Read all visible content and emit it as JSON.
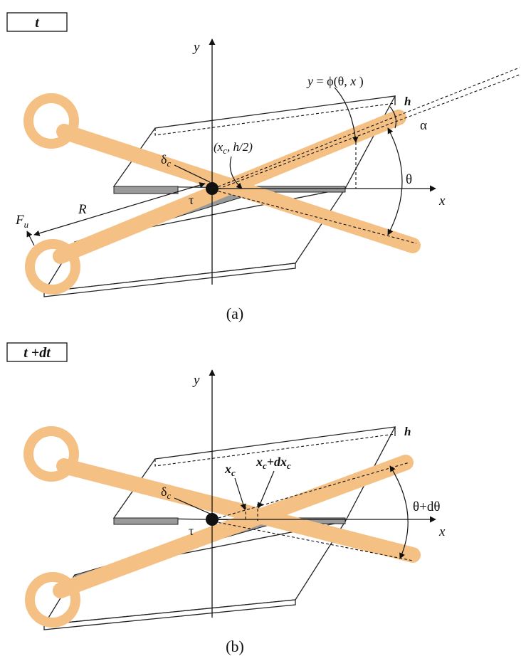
{
  "panel_a": {
    "time_label": "t",
    "y_axis": "y",
    "x_axis": "x",
    "phi_lhs": "y",
    "phi_eq": " = ϕ(θ, ",
    "phi_x": "x",
    "phi_close": " )",
    "h": "h",
    "alpha": "α",
    "theta": "θ",
    "xc_open": "(x",
    "xc_sub": "c",
    "xc_rest": ", h/2)",
    "delta": "δ",
    "delta_sub": "c",
    "tau": "τ",
    "r": "R",
    "fu": "F",
    "fu_sub": "u",
    "caption": "(a)"
  },
  "panel_b": {
    "time_label": "t +dt",
    "y_axis": "y",
    "x_axis": "x",
    "h": "h",
    "theta_dtheta": "θ+dθ",
    "xc": "x",
    "xc_sub": "c",
    "xc2": "x",
    "xc2_sub": "c",
    "plus_dx": "+dx",
    "dx_sub": "c",
    "delta": "δ",
    "delta_sub": "c",
    "tau": "τ",
    "caption": "(b)"
  },
  "colors": {
    "blade": "#f5c084",
    "cut_edge": "#9a9a9a",
    "ink": "#111111"
  }
}
